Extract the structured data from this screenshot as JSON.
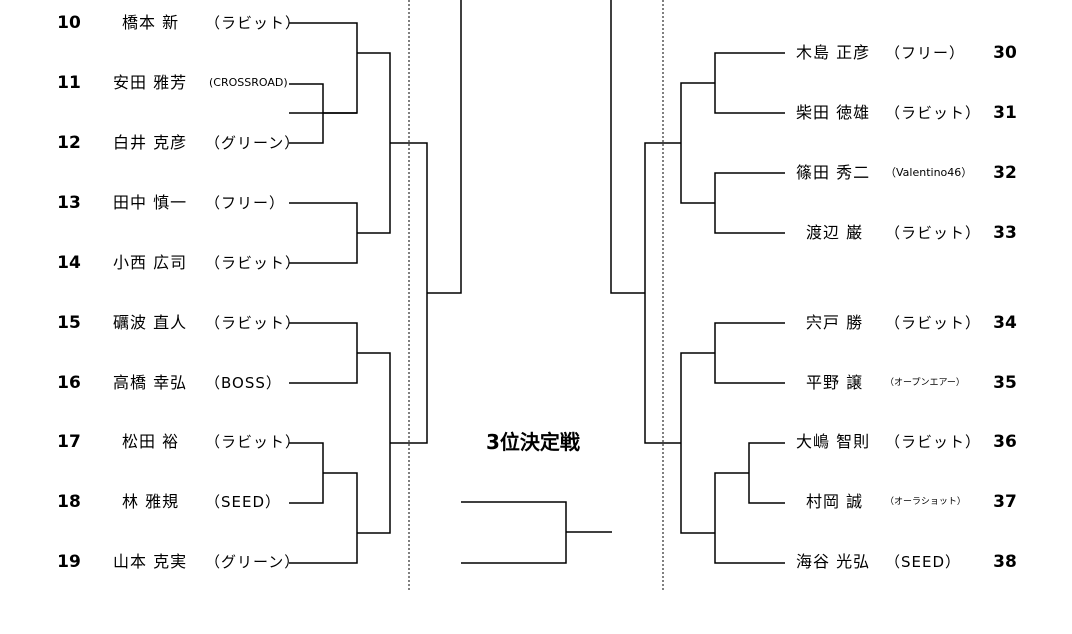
{
  "left_players": [
    {
      "no": "10",
      "name": "橋本 新",
      "team": "（ラビット）"
    },
    {
      "no": "11",
      "name": "安田 雅芳",
      "team": "(CROSSROAD)"
    },
    {
      "no": "12",
      "name": "白井 克彦",
      "team": "（グリーン）"
    },
    {
      "no": "13",
      "name": "田中 慎一",
      "team": "（フリー）"
    },
    {
      "no": "14",
      "name": "小西 広司",
      "team": "（ラビット）"
    },
    {
      "no": "15",
      "name": "礪波 直人",
      "team": "（ラビット）"
    },
    {
      "no": "16",
      "name": "高橋 幸弘",
      "team": "（BOSS）"
    },
    {
      "no": "17",
      "name": "松田 裕",
      "team": "（ラビット）"
    },
    {
      "no": "18",
      "name": "林 雅規",
      "team": "（SEED）"
    },
    {
      "no": "19",
      "name": "山本 克実",
      "team": "（グリーン）"
    }
  ],
  "right_players": [
    {
      "no": "30",
      "name": "木島 正彦",
      "team": "（フリー）"
    },
    {
      "no": "31",
      "name": "柴田 徳雄",
      "team": "（ラビット）"
    },
    {
      "no": "32",
      "name": "篠田 秀二",
      "team": "（Valentino46）"
    },
    {
      "no": "33",
      "name": "渡辺 巌",
      "team": "（ラビット）"
    },
    {
      "no": "34",
      "name": "宍戸 勝",
      "team": "（ラビット）"
    },
    {
      "no": "35",
      "name": "平野 譲",
      "team": "（オープンエアー）"
    },
    {
      "no": "36",
      "name": "大嶋 智則",
      "team": "（ラビット）"
    },
    {
      "no": "37",
      "name": "村岡 誠",
      "team": "（オーラショット）"
    },
    {
      "no": "38",
      "name": "海谷 光弘",
      "team": "（SEED）"
    }
  ],
  "third_place_title": "3位決定戦"
}
